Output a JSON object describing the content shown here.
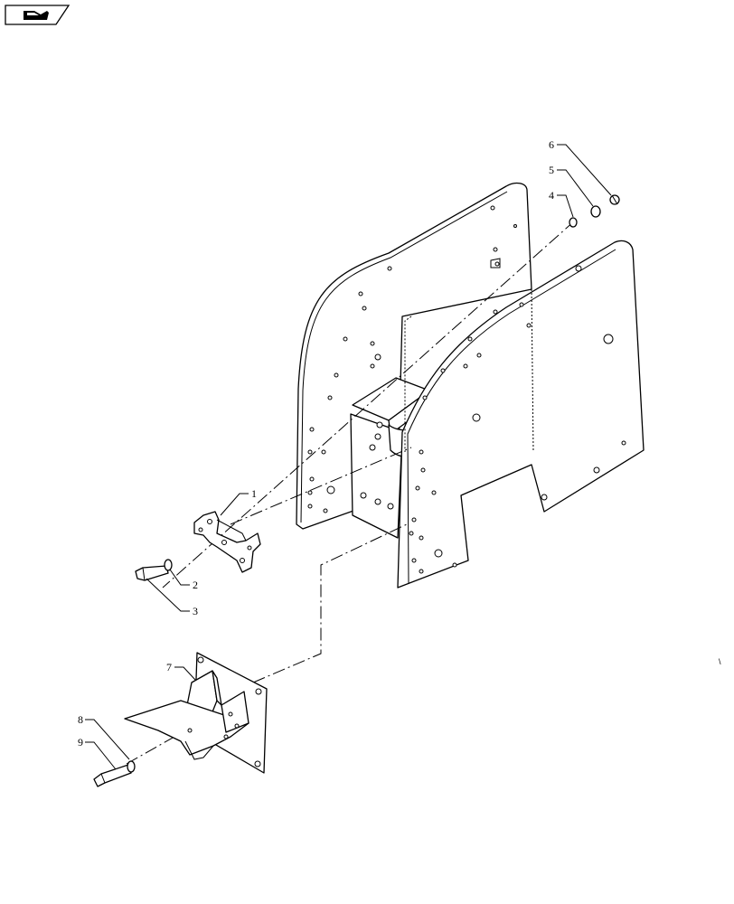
{
  "nav_icon": {
    "name": "book-return-icon"
  },
  "corner_mark": "\\",
  "callouts": [
    {
      "id": "1",
      "label": "1"
    },
    {
      "id": "2",
      "label": "2"
    },
    {
      "id": "3",
      "label": "3"
    },
    {
      "id": "4",
      "label": "4"
    },
    {
      "id": "5",
      "label": "5"
    },
    {
      "id": "6",
      "label": "6"
    },
    {
      "id": "7",
      "label": "7"
    },
    {
      "id": "8",
      "label": "8"
    },
    {
      "id": "9",
      "label": "9"
    }
  ]
}
